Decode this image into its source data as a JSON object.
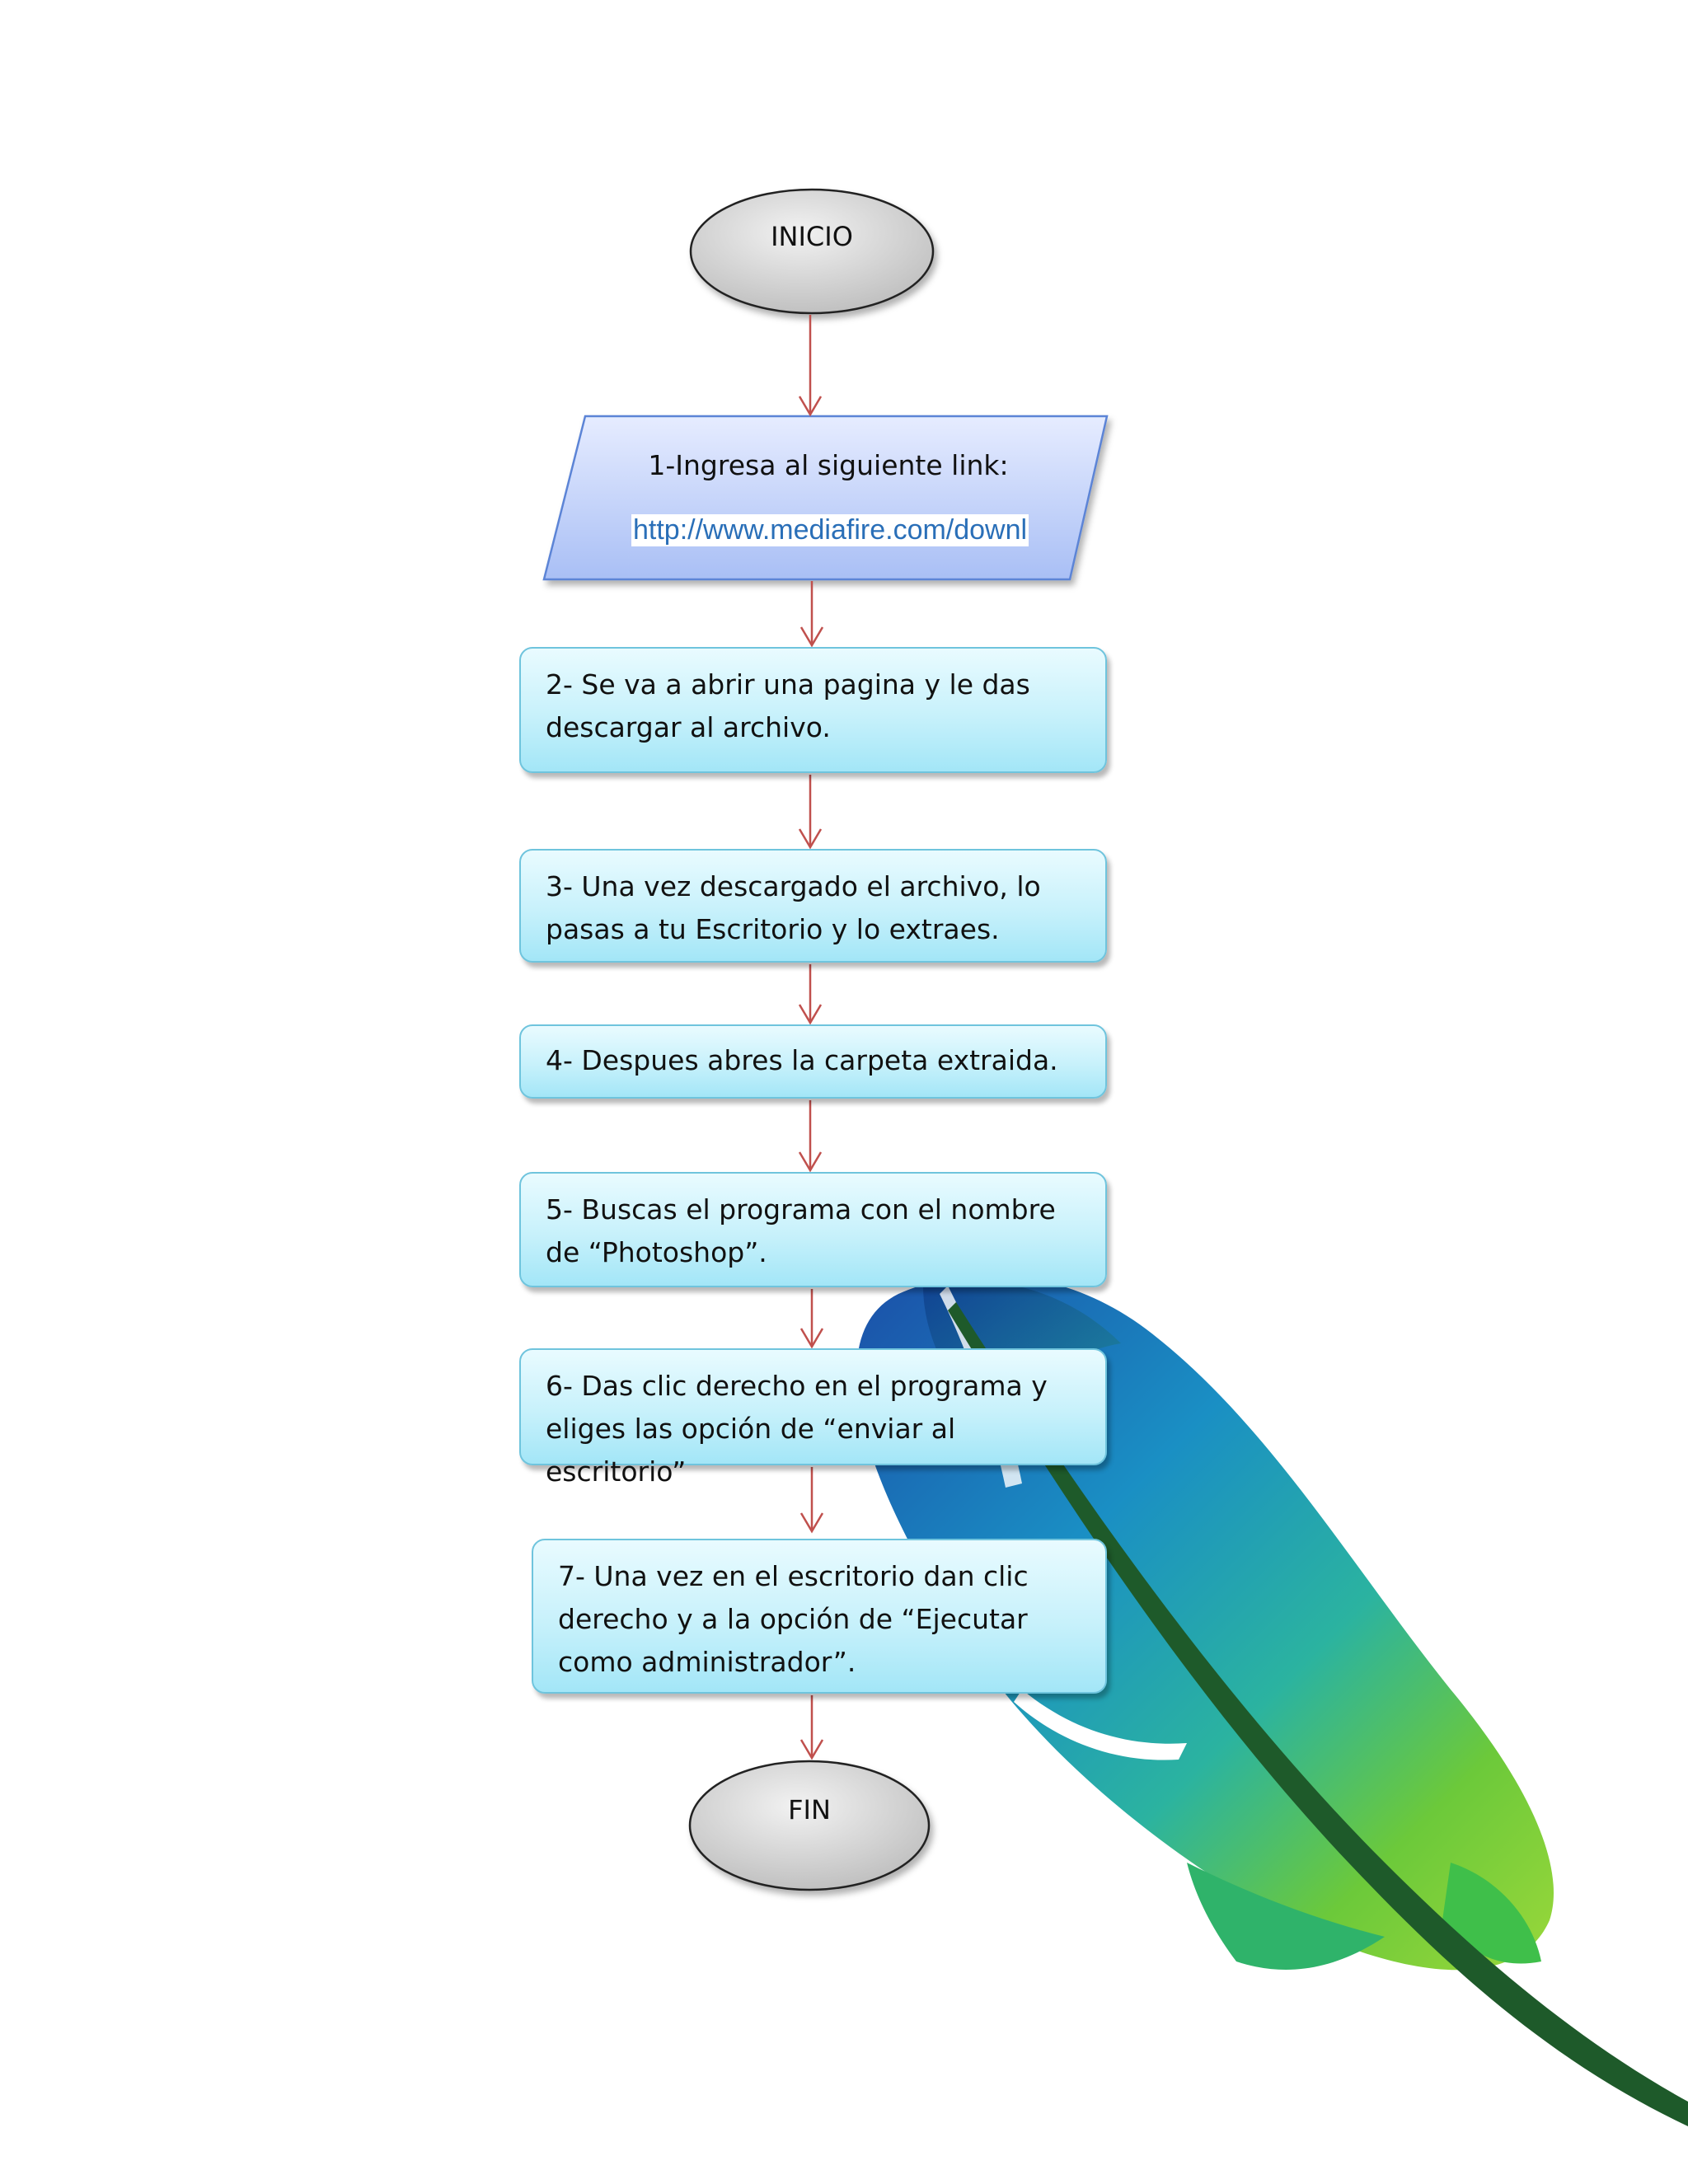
{
  "colors": {
    "arrow": "#c0504d",
    "process_fill_top": "#e9fbff",
    "process_fill_bottom": "#a3e6f7",
    "process_border": "#6fc4dd",
    "terminator_fill": "#d4d4d4",
    "io_fill_top": "#e6ecff",
    "io_fill_bottom": "#a9bff5",
    "link": "#2a6fb8"
  },
  "start": {
    "label": "INICIO"
  },
  "end": {
    "label": "FIN"
  },
  "input_step": {
    "label": "1-Ingresa al siguiente link:",
    "link": "http://www.mediafire.com/downl"
  },
  "steps": [
    {
      "text": "2- Se va a abrir una pagina y le das descargar al archivo."
    },
    {
      "text": "3- Una vez descargado el archivo, lo pasas a tu Escritorio y lo extraes."
    },
    {
      "text": "4- Despues abres la carpeta extraida."
    },
    {
      "text": "5- Buscas el programa con el nombre de “Photoshop”."
    },
    {
      "text": "6- Das clic derecho en el programa y eliges las opción de “enviar al escritorio”"
    },
    {
      "text": "7- Una vez en el escritorio dan clic derecho y a la opción de “Ejecutar como administrador”."
    }
  ],
  "decoration": {
    "icon": "feather-icon"
  }
}
